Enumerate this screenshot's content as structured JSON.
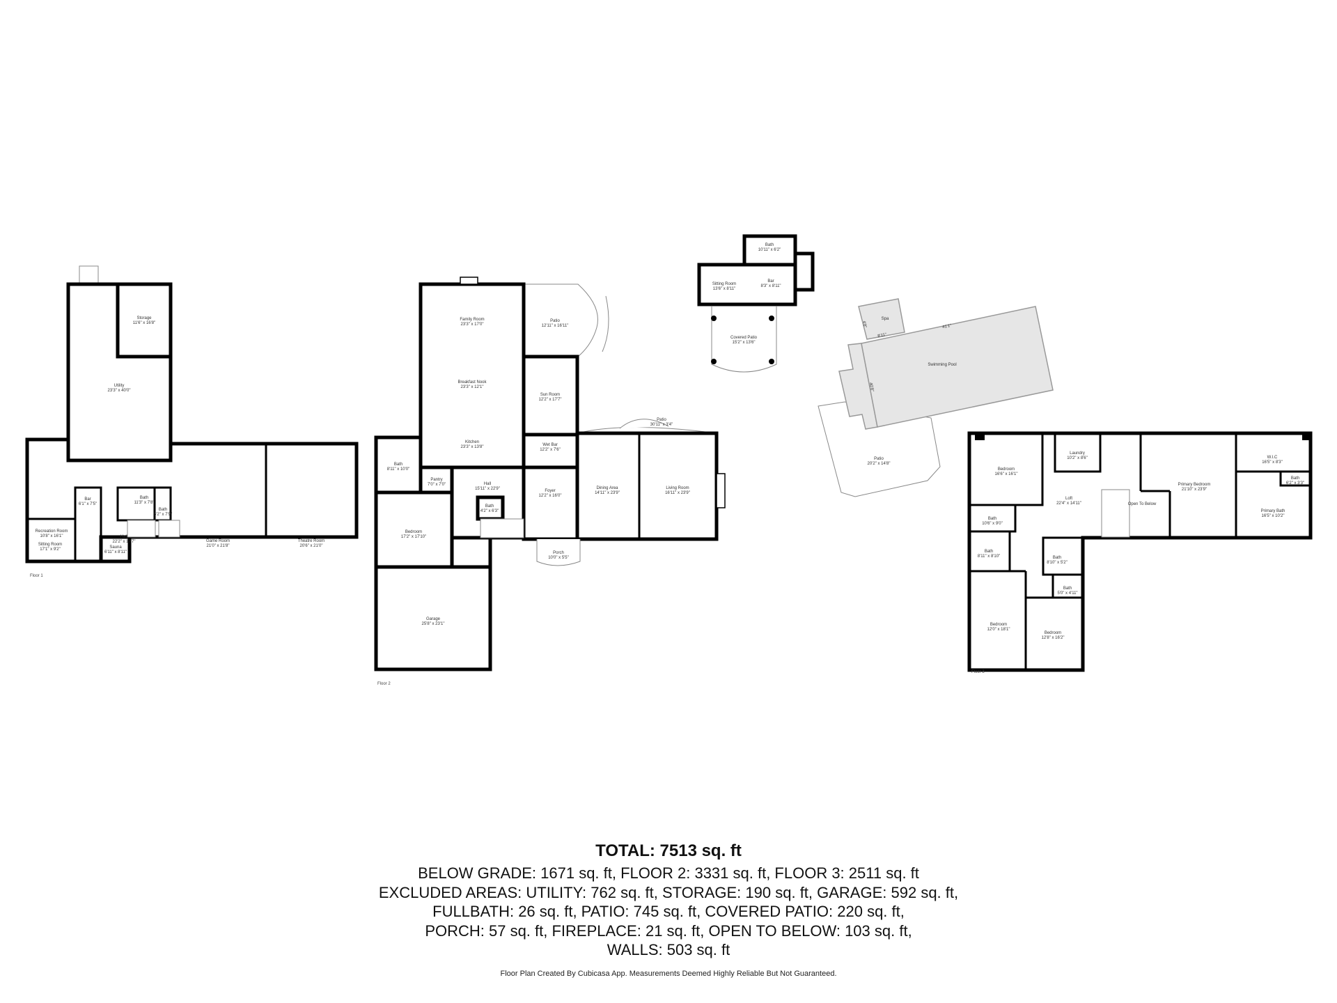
{
  "floors": {
    "floor1_label": "Floor 1",
    "floor2_label": "Floor 2",
    "floor3_label": "Floor 3"
  },
  "rooms": [
    {
      "name": "Storage",
      "dims": "11'6\" x 16'8\""
    },
    {
      "name": "Utility",
      "dims": "23'3\" x 40'0\""
    },
    {
      "name": "Recreation Room",
      "dims": "10'8\" x 16'1\""
    },
    {
      "name": "Hall",
      "dims": "22'2\" x 17'7\""
    },
    {
      "name": "Game Room",
      "dims": "21'0\" x 21'8\""
    },
    {
      "name": "Theatre Room",
      "dims": "20'6\" x 21'0\""
    },
    {
      "name": "Bath",
      "dims": "11'3\" x 7'8\""
    },
    {
      "name": "Bath",
      "dims": "5'2\" x 7'9\""
    },
    {
      "name": "Bar",
      "dims": "6'1\" x 7'5\""
    },
    {
      "name": "Sitting Room",
      "dims": "17'1\" x 9'2\""
    },
    {
      "name": "Sauna",
      "dims": "6'11\" x 8'11\""
    },
    {
      "name": "Family Room",
      "dims": "23'3\" x 17'0\""
    },
    {
      "name": "Breakfast Nook",
      "dims": "23'3\" x 12'1\""
    },
    {
      "name": "Kitchen",
      "dims": "23'3\" x 13'8\""
    },
    {
      "name": "Patio",
      "dims": "12'11\" x 16'11\""
    },
    {
      "name": "Sun Room",
      "dims": "12'2\" x 17'7\""
    },
    {
      "name": "Wet Bar",
      "dims": "12'2\" x 7'6\""
    },
    {
      "name": "Hall",
      "dims": "15'11\" x 22'9\""
    },
    {
      "name": "Bath",
      "dims": "4'2\" x 6'3\""
    },
    {
      "name": "Foyer",
      "dims": "12'2\" x 16'0\""
    },
    {
      "name": "Dining Area",
      "dims": "14'11\" x 23'9\""
    },
    {
      "name": "Living Room",
      "dims": "16'11\" x 23'9\""
    },
    {
      "name": "Patio",
      "dims": "30'11\" x 3'4\""
    },
    {
      "name": "Porch",
      "dims": "10'0\" x 5'5\""
    },
    {
      "name": "Bedroom",
      "dims": "17'2\" x 17'10\""
    },
    {
      "name": "Garage",
      "dims": "25'8\" x 23'1\""
    },
    {
      "name": "Bath",
      "dims": "8'11\" x 10'0\""
    },
    {
      "name": "Pantry",
      "dims": "7'0\" x 7'0\""
    },
    {
      "name": "Bath",
      "dims": "10'11\" x 6'2\""
    },
    {
      "name": "Sitting Room",
      "dims": "13'6\" x 8'11\""
    },
    {
      "name": "Bar",
      "dims": "8'3\" x 8'11\""
    },
    {
      "name": "Covered Patio",
      "dims": "15'2\" x 13'6\""
    },
    {
      "name": "Spa",
      "dims": ""
    },
    {
      "name": "Swimming Pool",
      "dims": ""
    },
    {
      "name": "Patio",
      "dims": "20'2\" x 14'8\""
    },
    {
      "name": "Bedroom",
      "dims": "16'6\" x 16'1\""
    },
    {
      "name": "Laundry",
      "dims": "10'2\" x 8'6\""
    },
    {
      "name": "Loft",
      "dims": "22'4\" x 14'11\""
    },
    {
      "name": "Open To Below",
      "dims": ""
    },
    {
      "name": "Primary Bedroom",
      "dims": "21'10\" x 23'9\""
    },
    {
      "name": "W.I.C",
      "dims": "16'5\" x 8'3\""
    },
    {
      "name": "Bath",
      "dims": "6'2\" x 3'3\""
    },
    {
      "name": "Primary Bath",
      "dims": "16'5\" x 10'2\""
    },
    {
      "name": "Bath",
      "dims": "10'6\" x 9'0\""
    },
    {
      "name": "Bath",
      "dims": "8'11\" x 8'10\""
    },
    {
      "name": "Bath",
      "dims": "8'10\" x 5'2\""
    },
    {
      "name": "Bath",
      "dims": "5'0\" x 4'11\""
    },
    {
      "name": "Bedroom",
      "dims": "12'0\" x 18'1\""
    },
    {
      "name": "Bedroom",
      "dims": "12'8\" x 16'2\""
    }
  ],
  "pool_dimensions": [
    "8'11\"",
    "41'1\"",
    "4'8\"",
    "40'8\""
  ],
  "summary": {
    "total": "TOTAL: 7513 sq. ft",
    "lines": [
      "BELOW GRADE: 1671 sq. ft, FLOOR 2: 3331 sq. ft, FLOOR 3: 2511 sq. ft",
      "EXCLUDED AREAS: UTILITY: 762 sq. ft, STORAGE: 190 sq. ft, GARAGE: 592 sq. ft,",
      "FULLBATH: 26 sq. ft, PATIO: 745 sq. ft, COVERED PATIO: 220 sq. ft,",
      "PORCH: 57 sq. ft, FIREPLACE: 21 sq. ft, OPEN TO BELOW: 103 sq. ft,",
      "WALLS: 503 sq. ft"
    ],
    "footer": "Floor Plan Created By Cubicasa App. Measurements Deemed Highly Reliable But Not Guaranteed."
  },
  "colors": {
    "walls": "#000000",
    "pool_fill": "#e6e6e6",
    "background": "#ffffff"
  }
}
